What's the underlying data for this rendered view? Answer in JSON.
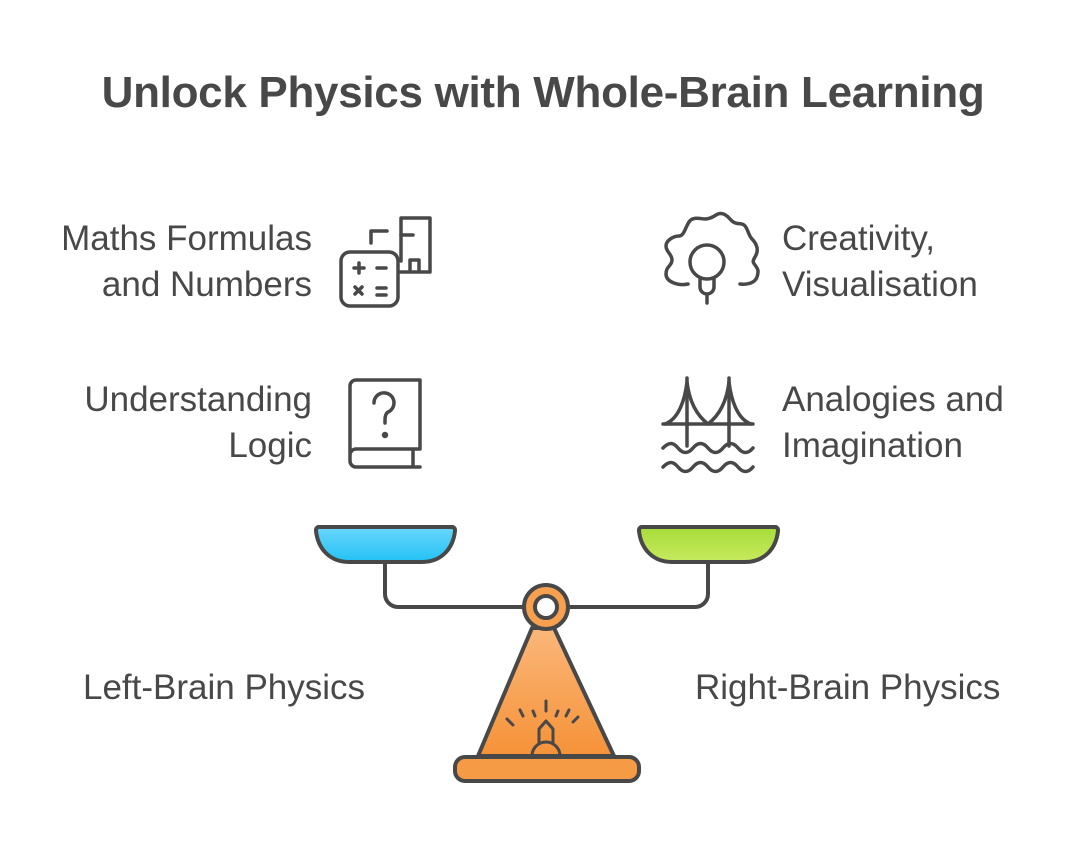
{
  "title": "Unlock Physics with Whole-Brain Learning",
  "left": {
    "label": "Left-Brain Physics",
    "items": [
      {
        "line1": "Maths Formulas",
        "line2": "and Numbers",
        "icon": "calculator-formulas-icon"
      },
      {
        "line1": "Understanding",
        "line2": "Logic",
        "icon": "question-book-icon"
      }
    ]
  },
  "right": {
    "label": "Right-Brain Physics",
    "items": [
      {
        "line1": "Creativity,",
        "line2": "Visualisation",
        "icon": "gear-lightbulb-icon"
      },
      {
        "line1": "Analogies and",
        "line2": "Imagination",
        "icon": "bridge-icon"
      }
    ]
  },
  "colors": {
    "text": "#484848",
    "left_pan": "#3fc8f5",
    "right_pan": "#b5e04a",
    "scale": "#f7a050"
  }
}
